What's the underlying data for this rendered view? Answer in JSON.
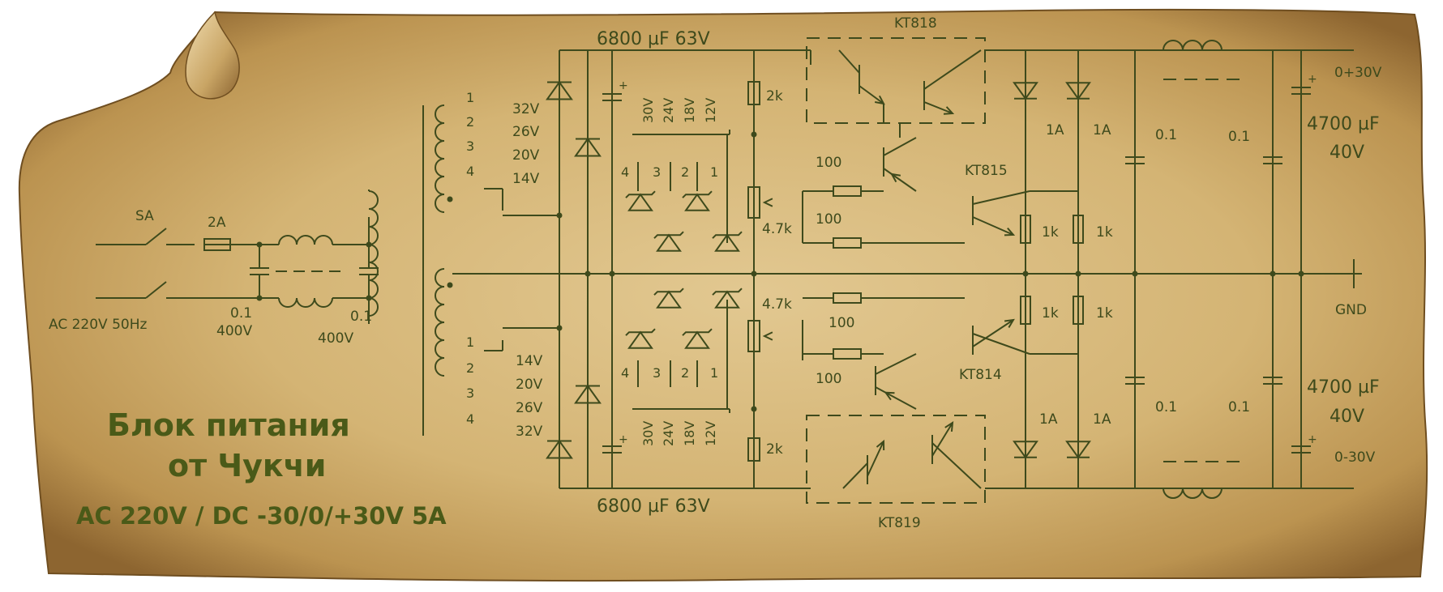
{
  "title": {
    "line1": "Блок питания",
    "line2": "от Чукчи",
    "spec": "AC 220V / DC -30/0/+30V 5A"
  },
  "input": {
    "switch": "SA",
    "fuse": "2A",
    "mains": "AC 220V 50Hz",
    "cap1_value": "0.1",
    "cap1_voltage": "400V",
    "cap2_value": "0.1",
    "cap2_voltage": "400V"
  },
  "transformer": {
    "top_taps": [
      "1",
      "2",
      "3",
      "4"
    ],
    "top_voltages": [
      "32V",
      "26V",
      "20V",
      "14V"
    ],
    "bottom_taps": [
      "1",
      "2",
      "3",
      "4"
    ],
    "bottom_voltages": [
      "14V",
      "20V",
      "26V",
      "32V"
    ]
  },
  "main_caps": {
    "top": "6800 µF 63V",
    "bottom": "6800 µF 63V"
  },
  "zener_bank": {
    "top_voltages": [
      "30V",
      "24V",
      "18V",
      "12V"
    ],
    "top_numbers": [
      "4",
      "3",
      "2",
      "1"
    ],
    "bottom_voltages": [
      "30V",
      "24V",
      "18V",
      "12V"
    ],
    "bottom_numbers": [
      "4",
      "3",
      "2",
      "1"
    ]
  },
  "regulator": {
    "r_top": "2k",
    "r_bottom": "2k",
    "pot_top": "4.7k",
    "pot_bottom": "4.7k",
    "r_base": [
      "100",
      "100",
      "100",
      "100"
    ],
    "q_top_darlington": "KT818",
    "q_bottom_darlington": "KT819",
    "q_top_driver": "KT815",
    "q_bottom_driver": "KT814",
    "diodes": [
      "1A",
      "1A",
      "1A",
      "1A"
    ],
    "r_load": [
      "1k",
      "1k",
      "1k",
      "1k"
    ]
  },
  "output": {
    "caps_small": [
      "0.1",
      "0.1",
      "0.1",
      "0.1"
    ],
    "cap_top_value": "4700 µF",
    "cap_top_voltage": "40V",
    "cap_bottom_value": "4700 µF",
    "cap_bottom_voltage": "40V",
    "pos_out": "0+30V",
    "neg_out": "0-30V",
    "gnd": "GND"
  },
  "colors": {
    "paper": "#d8bb7e",
    "paper_edge": "#9a7336",
    "ink": "#3e4a1c",
    "title": "#4a5a18"
  }
}
